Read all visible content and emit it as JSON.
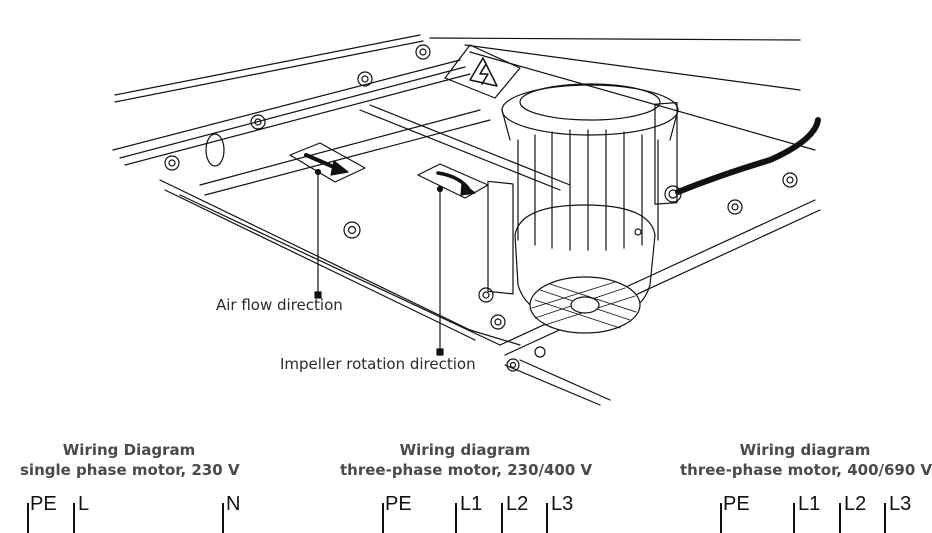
{
  "callouts": {
    "air_flow": "Air flow direction",
    "impeller_rotation": "Impeller rotation direction"
  },
  "wiring": [
    {
      "title": "Wiring Diagram",
      "subtitle": "single phase motor, 230 V",
      "terminals": [
        "PE",
        "L",
        "N"
      ]
    },
    {
      "title": "Wiring diagram",
      "subtitle": "three-phase motor, 230/400 V",
      "terminals": [
        "PE",
        "L1",
        "L2",
        "L3"
      ]
    },
    {
      "title": "Wiring diagram",
      "subtitle": "three-phase motor, 400/690 V",
      "terminals": [
        "PE",
        "L1",
        "L2",
        "L3"
      ]
    }
  ],
  "colors": {
    "line": "#111111",
    "text": "#2b2b2b",
    "title": "#4a4a4a"
  },
  "icons": [
    "high-voltage-warning-icon",
    "air-flow-arrow-icon",
    "rotation-arrow-icon"
  ]
}
